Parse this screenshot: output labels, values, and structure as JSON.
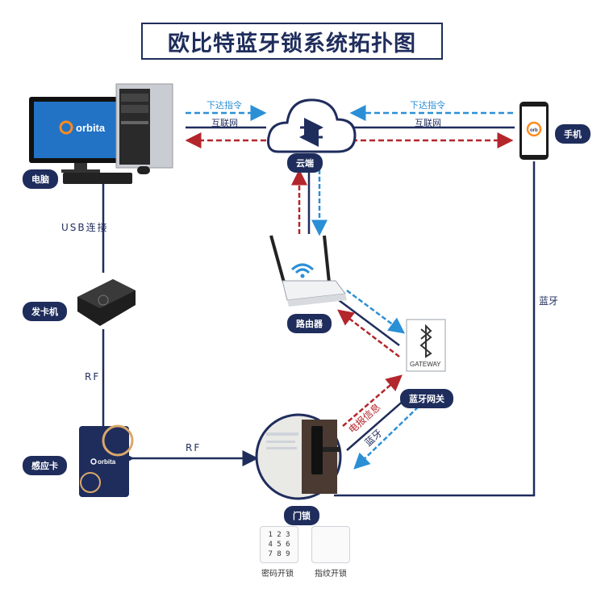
{
  "title": "欧比特蓝牙锁系统拓扑图",
  "brand": "orbita",
  "colors": {
    "navy": "#1f2d5c",
    "blue": "#2b8fd6",
    "red": "#b3262b"
  },
  "nodes": {
    "computer": "电脑",
    "cloud": "云端",
    "phone": "手机",
    "router": "路由器",
    "card_issuer": "发卡机",
    "card": "感应卡",
    "gateway": "蓝牙网关",
    "door_lock": "门锁",
    "password_unlock": "密码开锁",
    "fingerprint_unlock": "指纹开锁"
  },
  "links": {
    "cmd_left": "下达指令",
    "net_left": "互联网",
    "cmd_right": "下达指令",
    "net_right": "互联网",
    "usb": "USB连接",
    "rf_vertical": "RF",
    "rf_horizontal": "RF",
    "bluetooth": "蓝牙",
    "report": "电报信息",
    "bluetooth_diag": "蓝牙"
  },
  "gateway_text": "GATEWAY",
  "keypad": {
    "row1": "1 2 3",
    "row2": "4 5 6",
    "row3": "7 8 9"
  }
}
